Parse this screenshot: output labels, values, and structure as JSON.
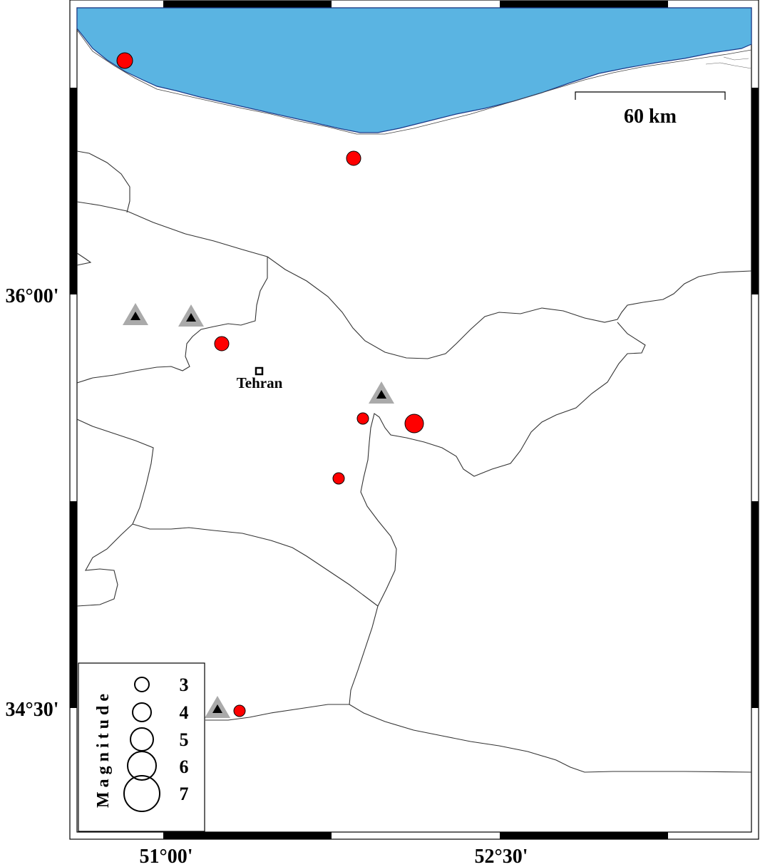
{
  "map": {
    "axis": {
      "lat_labels": [
        "36°00'",
        "34°30'"
      ],
      "lon_labels": [
        "51°00'",
        "52°30'"
      ]
    },
    "scale_bar": {
      "label": "60 km"
    },
    "city": {
      "name": "Tehran"
    },
    "legend": {
      "title": "Magnitude",
      "entries": [
        "3",
        "4",
        "5",
        "6",
        "7"
      ]
    },
    "colors": {
      "sea": "#5ab4e2",
      "event": "#ff0000",
      "station_halo": "#aaaaaa",
      "station": "#000000"
    },
    "events": [
      {
        "id": "e1",
        "magnitude": 4
      },
      {
        "id": "e2",
        "magnitude": 3.5
      },
      {
        "id": "e3",
        "magnitude": 3.5
      },
      {
        "id": "e4",
        "magnitude": 3
      },
      {
        "id": "e5",
        "magnitude": 4.5
      },
      {
        "id": "e6",
        "magnitude": 3
      },
      {
        "id": "e7",
        "magnitude": 3
      }
    ],
    "stations": [
      "s1",
      "s2",
      "s3",
      "s4"
    ]
  }
}
